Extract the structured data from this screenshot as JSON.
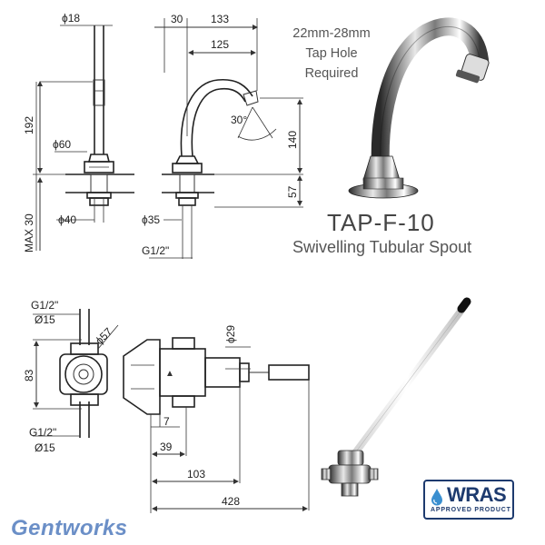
{
  "note": {
    "lines": [
      "22mm-28mm",
      "Tap Hole",
      "Required"
    ]
  },
  "product": {
    "code": "TAP-F-10",
    "name": "Swivelling Tubular Spout"
  },
  "brand": "Gentworks",
  "badge": {
    "main": "WRAS",
    "sub": "APPROVED PRODUCT"
  },
  "colors": {
    "brand": "#6b8fc7",
    "badge": "#1d3a6e",
    "drop": "#3a8fd0",
    "line": "#333333"
  },
  "drawing_top": {
    "front": {
      "tube_dia": "ϕ18",
      "height": "192",
      "base_dia": "ϕ60",
      "nut_dia": "ϕ40",
      "max_thread": "MAX 30"
    },
    "side": {
      "offset": "30",
      "reach_total": "133",
      "reach": "125",
      "angle": "30°",
      "spout_height": "140",
      "deck_height": "57",
      "shank_dia": "ϕ35",
      "thread": "G1/2\""
    }
  },
  "drawing_bottom": {
    "top_thread": "G1/2\"",
    "top_dia": "Ø15",
    "body_dia": "ϕ57",
    "height": "83",
    "bottom_thread": "G1/2\"",
    "bottom_dia": "Ø15",
    "handle_dia": "ϕ29",
    "dim_7": "7",
    "dim_39": "39",
    "dim_103": "103",
    "dim_428": "428"
  }
}
